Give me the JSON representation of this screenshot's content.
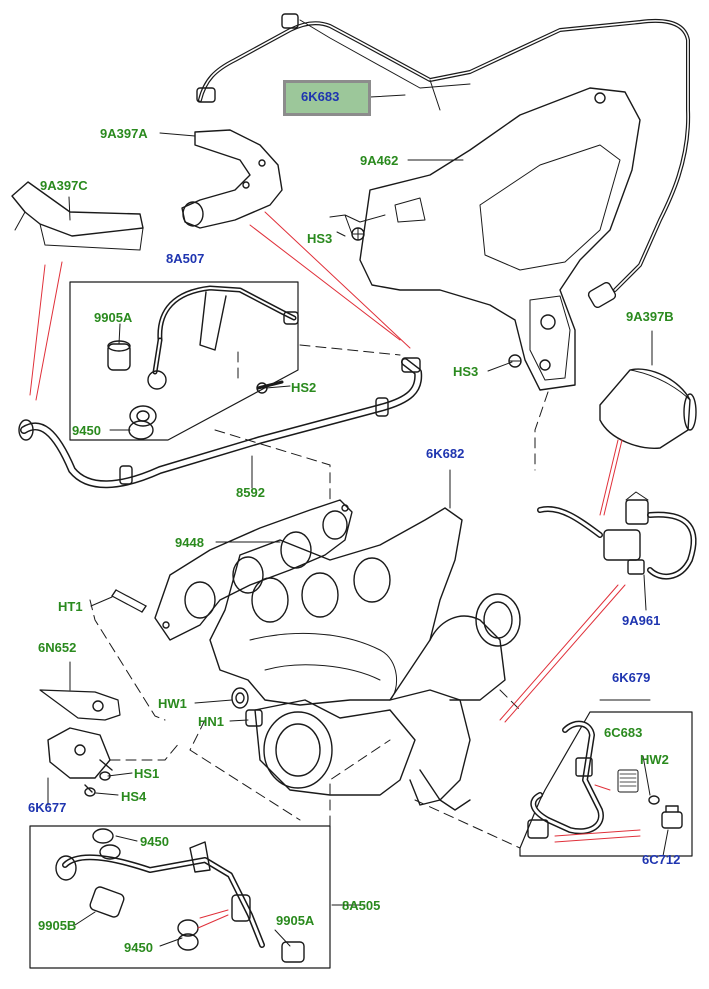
{
  "labels": {
    "l6K683": "6K683",
    "l9A397A": "9A397A",
    "l9A397C": "9A397C",
    "l9A462": "9A462",
    "lHS3a": "HS3",
    "l8A507": "8A507",
    "l9905Aa": "9905A",
    "lHS2": "HS2",
    "lHS3b": "HS3",
    "l9A397B": "9A397B",
    "l9450a": "9450",
    "l8592": "8592",
    "l6K682": "6K682",
    "l9448": "9448",
    "lHT1": "HT1",
    "l9A961": "9A961",
    "l6N652": "6N652",
    "l6K679": "6K679",
    "l6C683": "6C683",
    "lHW1": "HW1",
    "lHN1": "HN1",
    "lHW2": "HW2",
    "lHS1": "HS1",
    "lHS4": "HS4",
    "l6K677": "6K677",
    "l6C712": "6C712",
    "l9450b": "9450",
    "l8A505": "8A505",
    "l9905B": "9905B",
    "l9905Ab": "9905A",
    "l9450c": "9450"
  },
  "colors": {
    "part_label": "#2a8a1e",
    "assembly_label": "#1f35b0",
    "highlight_fill": "#9cc79a",
    "highlight_border": "#8c8c8c",
    "red_leader": "#e0303a",
    "line_art": "#1a1a1a"
  },
  "highlighted_part": "6K683"
}
